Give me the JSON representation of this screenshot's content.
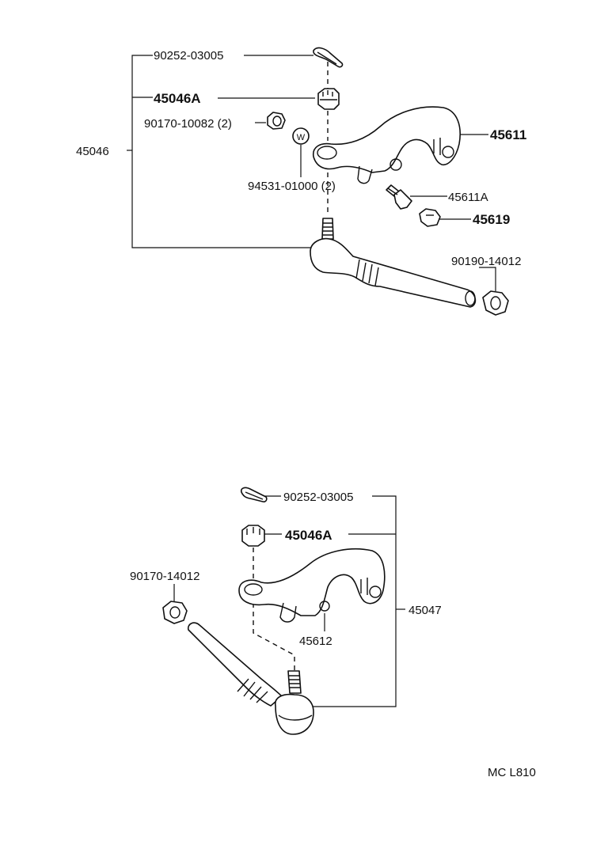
{
  "upper": {
    "cotter_pin": "90252-03005",
    "castle_nut": "45046A",
    "nut_small": "90170-10082 (2)",
    "assembly": "45046",
    "arm": "45611",
    "washer": "94531-01000 (2)",
    "washer_mark": "W",
    "bolt": "45611A",
    "cap_nut": "45619",
    "lock_nut": "90190-14012"
  },
  "lower": {
    "cotter_pin": "90252-03005",
    "castle_nut": "45046A",
    "lock_nut": "90170-14012",
    "arm": "45612",
    "assembly": "45047"
  },
  "code": "MC L810"
}
